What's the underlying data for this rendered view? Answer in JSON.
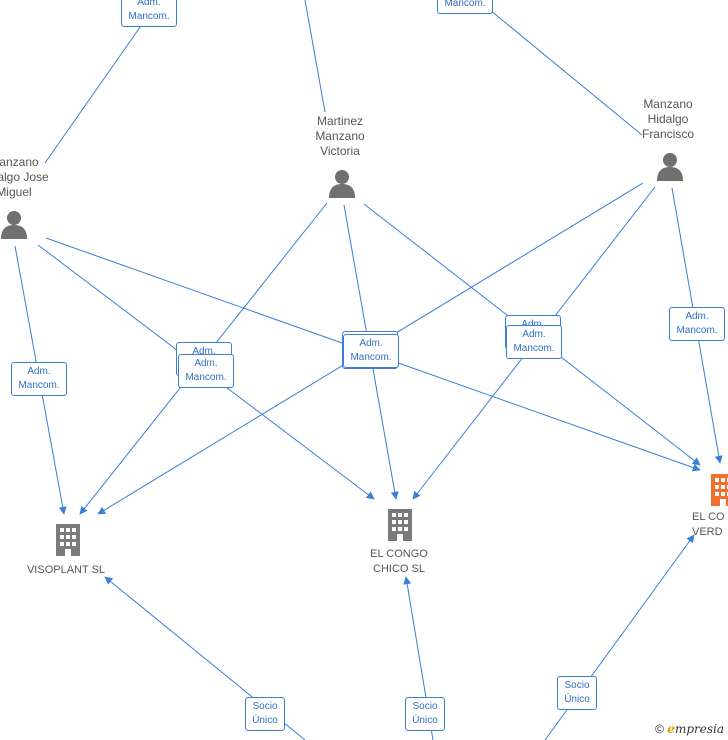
{
  "people": [
    {
      "id": "p1",
      "label": "Martinez\nManzano\nVictoria"
    },
    {
      "id": "p2",
      "label": "Manzano\nHidalgo\nFrancisco"
    },
    {
      "id": "p3",
      "label": "Manzano\nHidalgo Jose\nMiguel"
    }
  ],
  "companies": [
    {
      "id": "c1",
      "label": "VISOPLANT  SL",
      "color": "#7a7a7a"
    },
    {
      "id": "c2",
      "label": "EL CONGO\nCHICO  SL",
      "color": "#7a7a7a"
    },
    {
      "id": "c3",
      "label": "EL CO\nVERD",
      "color": "#f07030"
    }
  ],
  "badges": {
    "adm": "Adm.\nMancom.",
    "adm_top": "Mancom.",
    "socio": "Socio\nÚnico"
  },
  "watermark": {
    "copyright": "©",
    "brand_e": "e",
    "brand_rest": "mpresia"
  }
}
